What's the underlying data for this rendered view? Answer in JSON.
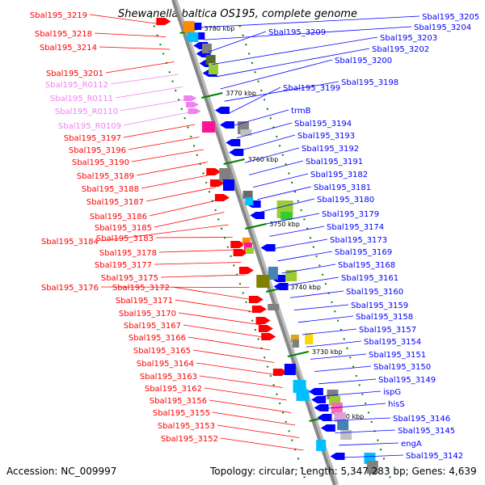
{
  "title": "Shewanella baltica OS195, complete genome",
  "accession_label": "Accession: NC_009997",
  "topology_label": "Topology: circular; Length: 5,347,283 bp; Genes: 4,639",
  "colors": {
    "forward": "#ff0000",
    "reverse": "#0000ff",
    "rna": "#ee82ee",
    "axis": "#888888",
    "tick": "#008000"
  },
  "scale_labels": [
    "3780 kbp",
    "3770 kbp",
    "3760 kbp",
    "3750 kbp",
    "3740 kbp",
    "3730 kbp",
    "3720 kbp"
  ],
  "left_labels": [
    "Sbal195_3219",
    "Sbal195_3218",
    "Sbal195_3214",
    "Sbal195_3201",
    "Sbal195_R0112",
    "Sbal195_R0111",
    "Sbal195_R0110",
    "Sbal195_R0109",
    "Sbal195_3197",
    "Sbal195_3196",
    "Sbal195_3190",
    "Sbal195_3189",
    "Sbal195_3188",
    "Sbal195_3187",
    "Sbal195_3186",
    "Sbal195_3185",
    "Sbal195_3184",
    "Sbal195_3183",
    "Sbal195_3178",
    "Sbal195_3177",
    "Sbal195_3175",
    "Sbal195_3176",
    "Sbal195_3172",
    "Sbal195_3171",
    "Sbal195_3170",
    "Sbal195_3167",
    "Sbal195_3166",
    "Sbal195_3165",
    "Sbal195_3164",
    "Sbal195_3163",
    "Sbal195_3162",
    "Sbal195_3156",
    "Sbal195_3155",
    "Sbal195_3153",
    "Sbal195_3152"
  ],
  "right_labels": [
    "Sbal195_3205",
    "Sbal195_3204",
    "Sbal195_3209",
    "Sbal195_3203",
    "Sbal195_3202",
    "Sbal195_3200",
    "Sbal195_3198",
    "Sbal195_3199",
    "trmB",
    "Sbal195_3194",
    "Sbal195_3193",
    "Sbal195_3192",
    "Sbal195_3191",
    "Sbal195_3182",
    "Sbal195_3181",
    "Sbal195_3180",
    "Sbal195_3179",
    "Sbal195_3174",
    "Sbal195_3173",
    "Sbal195_3169",
    "Sbal195_3168",
    "Sbal195_3161",
    "Sbal195_3160",
    "Sbal195_3159",
    "Sbal195_3158",
    "Sbal195_3157",
    "Sbal195_3154",
    "Sbal195_3151",
    "Sbal195_3150",
    "Sbal195_3149",
    "ispG",
    "hisS",
    "Sbal195_3146",
    "Sbal195_3145",
    "engA",
    "Sbal195_3142"
  ]
}
